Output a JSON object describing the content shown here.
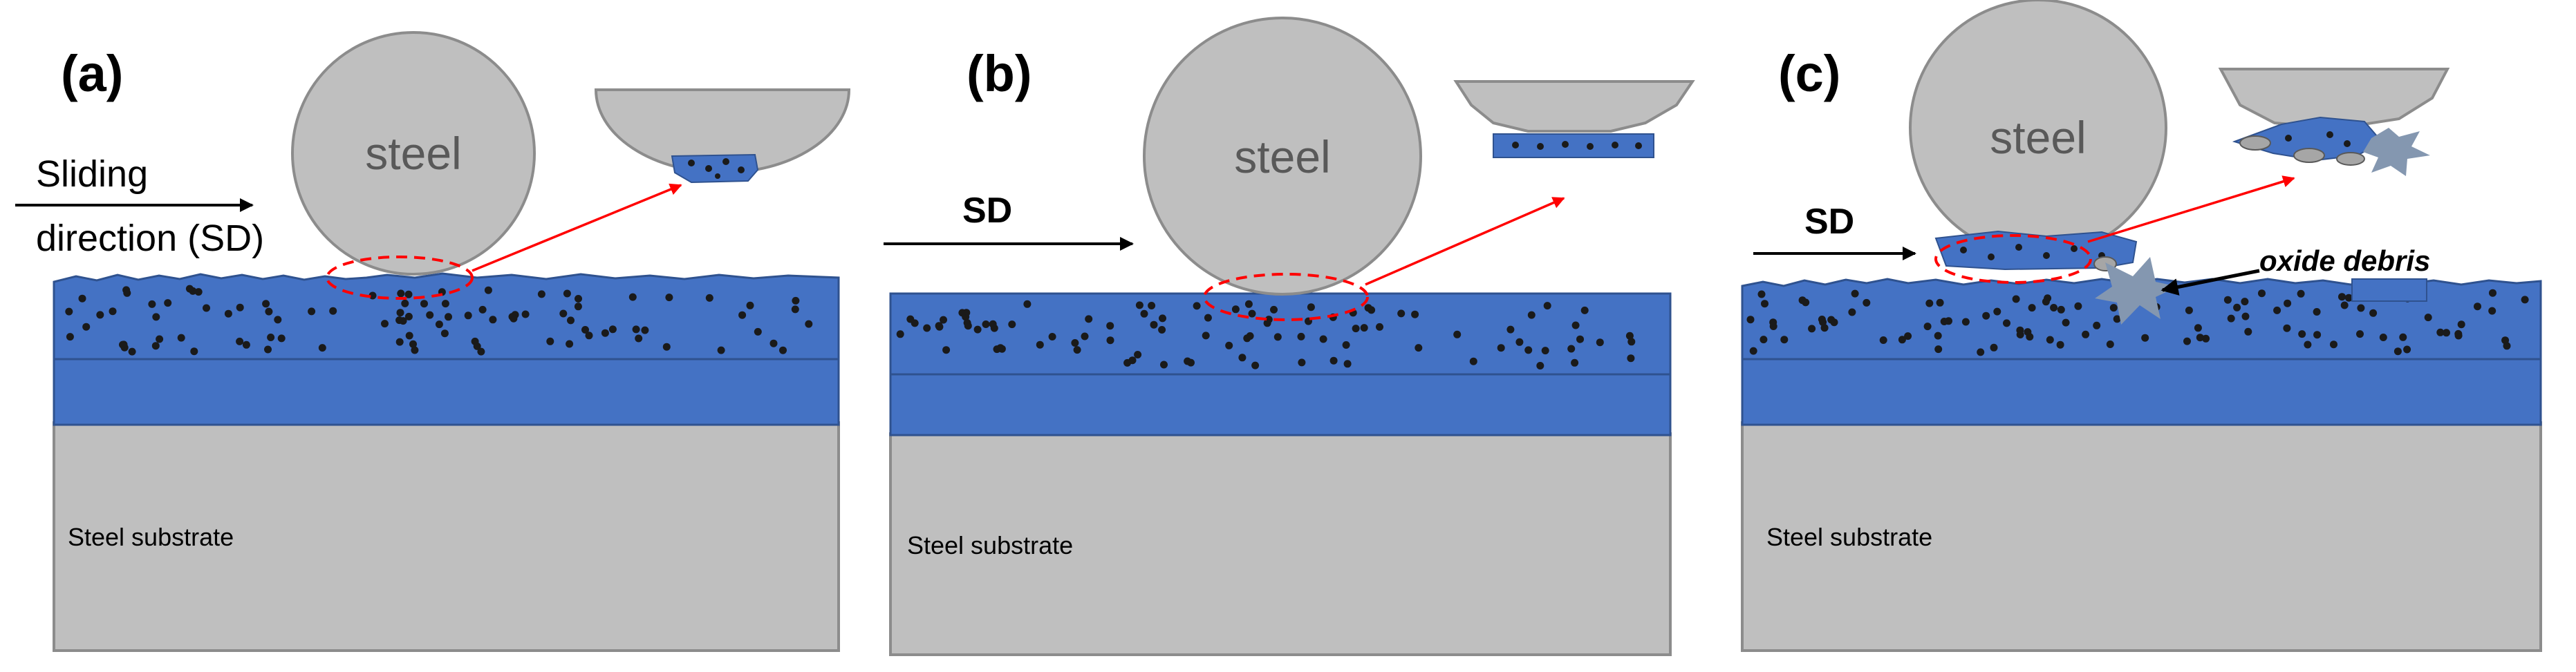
{
  "panels": [
    {
      "label": "(a)",
      "ball_label": "steel",
      "substrate_label": "Steel substrate",
      "direction_line1": "Sliding",
      "direction_line2": "direction (SD)"
    },
    {
      "label": "(b)",
      "ball_label": "steel",
      "substrate_label": "Steel substrate",
      "direction_label": "SD"
    },
    {
      "label": "(c)",
      "ball_label": "steel",
      "substrate_label": "Steel substrate",
      "direction_label": "SD",
      "debris_label": "oxide debris"
    }
  ],
  "colors": {
    "coating": "#4472C4",
    "coating_dark": "#2F528F",
    "steel": "#BFBFBF",
    "steel_edge": "#8C8C8C",
    "particle": "#1a1a1a",
    "arrow_red": "#FF0000",
    "debris": "#8497B0"
  }
}
